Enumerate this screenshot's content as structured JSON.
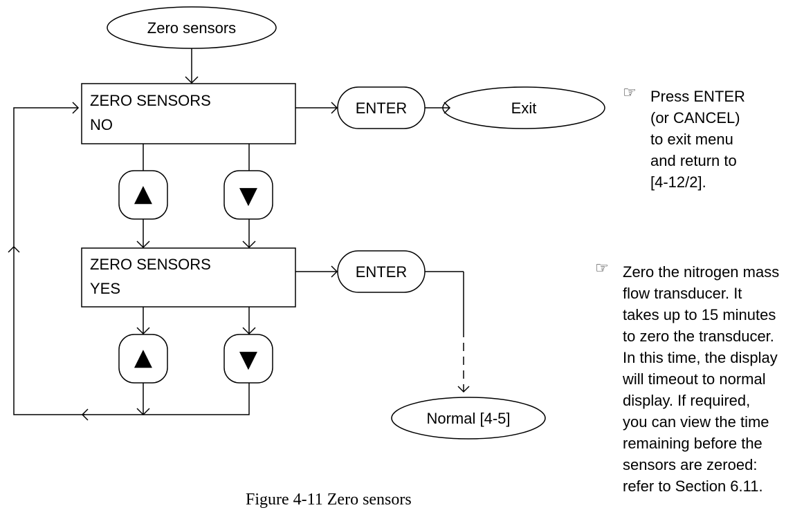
{
  "diagram": {
    "start": "Zero sensors",
    "box_no": {
      "line1": "ZERO SENSORS",
      "line2": "NO"
    },
    "box_yes": {
      "line1": "ZERO SENSORS",
      "line2": "YES"
    },
    "enter_label": "ENTER",
    "exit_label": "Exit",
    "normal_label": "Normal [4-5]",
    "up_glyph": "▲",
    "down_glyph": "▼"
  },
  "notes": {
    "hand_glyph": "☞",
    "note1": "Press ENTER\n(or CANCEL)\nto exit menu\nand return to\n[4-12/2].",
    "note2": "Zero the nitrogen mass\nflow transducer.  It\ntakes up to 15 minutes\nto zero the transducer.\nIn this time, the display\nwill timeout to normal\ndisplay.  If required,\nyou can view the time\nremaining before the\nsensors are zeroed:\nrefer to Section 6.11."
  },
  "caption": "Figure 4-11  Zero sensors"
}
